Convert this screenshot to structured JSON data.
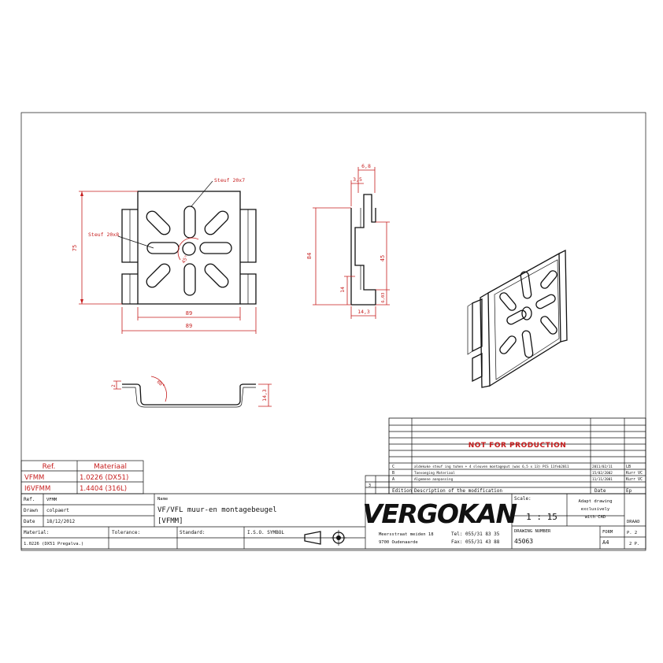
{
  "drawing": {
    "front_view": {
      "dims": {
        "height": "75",
        "inner_width": "89",
        "outer_width": "89"
      },
      "callouts": {
        "top": "Steuf 20x7",
        "left": "Steuf 20x8",
        "center_angle": "45°"
      }
    },
    "side_view": {
      "dims": {
        "top_total": "6,8",
        "top_inner": "3,5",
        "height": "84",
        "upper": "45",
        "lower": "14",
        "bottom_small": "6,03",
        "bottom_width": "14,3"
      }
    },
    "bottom_view": {
      "dims": {
        "left": "2",
        "angle": "88°",
        "right": "14,3"
      }
    }
  },
  "stamp": {
    "text": "NOT FOR PRODUCTION",
    "color": "#c61e1e"
  },
  "revisions": {
    "rows": [
      {
        "rev": "C",
        "description": "aldekuke steuf ing tuhen + 4 sleuven montageput (was 6,5 x 13) PCS 11feb2011",
        "date": "2011/02/11",
        "by": "LB"
      },
      {
        "rev": "B",
        "description": "Toevoeging Materiaal",
        "date": "15/02/2002",
        "by": "Kurr VC"
      },
      {
        "rev": "A",
        "description": "Algemene aanpassing",
        "date": "11/11/2001",
        "by": "Kurr VC"
      }
    ],
    "header": {
      "no": "3",
      "rev": "Edition",
      "description": "Description of the modification",
      "date": "Date",
      "by": "Ep"
    }
  },
  "materials": {
    "header": {
      "ref": "Ref.",
      "material": "Materiaal"
    },
    "rows": [
      {
        "ref": "VFMM",
        "material": "1.0226 (DX51)"
      },
      {
        "ref": "I6VFMM",
        "material": "1.4404 (316L)"
      }
    ]
  },
  "title_block": {
    "ref_label": "Ref.",
    "ref_value": "VFMM",
    "drawn_label": "Drawn",
    "drawn_value": "colpaert",
    "date_label": "Date",
    "date_value": "18/12/2012",
    "name_label": "Name",
    "name_line1": "VF/VFL muur-en montagebeugel",
    "name_line2": "[VFMM]",
    "material_label": "Material:",
    "material_value": "1.0226 (DX51 Pregalva.)",
    "tolerance_label": "Tolerance:",
    "standard_label": "Standard:",
    "iso_label": "I.S.O. SYMBOL",
    "company": "VERGOKAN",
    "address1": "Meersstraat meiden 18",
    "address2": "9700 Oudenaarde",
    "tel": "Tel: 055/31 83 35",
    "fax": "Fax: 055/31 43 88",
    "scale_label": "Scale:",
    "scale_value": "1 : 15",
    "note_line1": "Adapt drawing",
    "note_line2": "exclusively",
    "note_line3": "with CAD",
    "drawing_number_label": "DRAWING NUMBER",
    "drawing_number": "45063",
    "form_label": "FORM",
    "form_value": "A4",
    "draad_label": "DRAAD",
    "p_label": "P. 2",
    "sheets_label": "2 P."
  }
}
